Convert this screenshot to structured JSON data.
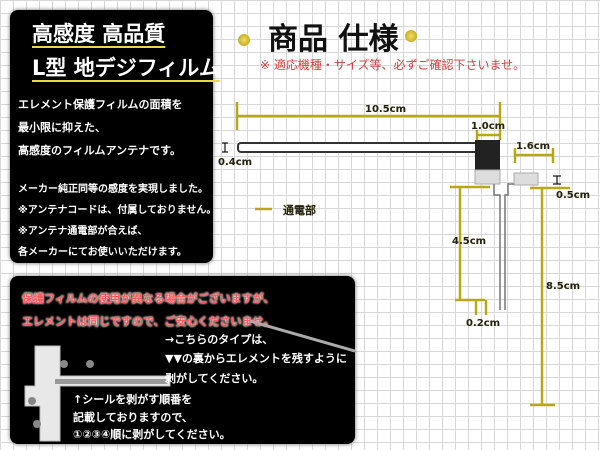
{
  "left_panel": {
    "headline_1": "高感度 高品質",
    "headline_2": "L型 地デジフィルム",
    "lines": [
      "エレメント保護フィルムの面積を",
      "最小限に抑えた、",
      "高感度のフィルムアンテナです。",
      "メーカー純正同等の感度を実現しました。",
      "※アンテナコードは、付属しておりません。",
      "※アンテナ通電部が合えば、",
      "各メーカーにてお使いいただけます。"
    ]
  },
  "spec": {
    "title": "商品 仕様",
    "note": "※ 適応機種・サイズ等、必ずご確認下さいませ。",
    "legend": "通電部",
    "dimensions": {
      "length": "10.5cm",
      "head_width": "1.0cm",
      "strip_width": "0.4cm",
      "connector_width": "1.6cm",
      "connector_height": "0.5cm",
      "lead_short": "4.5cm",
      "lead_long": "8.5cm",
      "lead_width": "0.2cm"
    },
    "colors": {
      "dimension_line": "#c8b820",
      "note": "#d04040",
      "dots": "#d8c030"
    }
  },
  "bottom_panel": {
    "red_lines": [
      "保護フィルムの使用が異なる場合がございますが、",
      "エレメントは同じですので、ご安心くださいませ。"
    ],
    "type_lines": [
      "→こちらのタイプは、",
      "▼▼の裏からエレメントを残すように",
      "剥がしてください。"
    ],
    "order_lines": [
      "↑シールを剥がす順番を",
      "記載しておりますので、",
      "①②③④順に剥がしてください。"
    ]
  }
}
